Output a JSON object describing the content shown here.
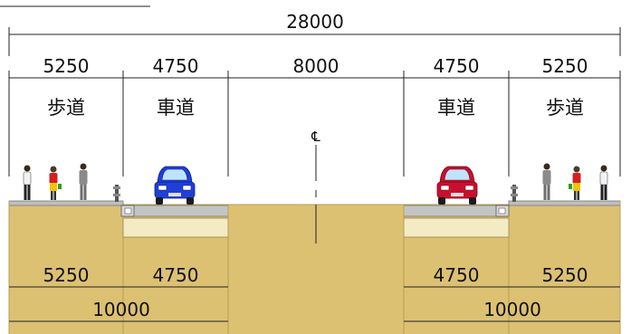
{
  "dimensions": {
    "total": "28000",
    "top_segments": [
      "5250",
      "4750",
      "8000",
      "4750",
      "5250"
    ],
    "bottom_inner": [
      "5250",
      "4750",
      "4750",
      "5250"
    ],
    "bottom_outer": [
      "10000",
      "10000"
    ]
  },
  "zones": {
    "sidewalk_left": "歩道",
    "roadway_left": "車道",
    "roadway_right": "車道",
    "sidewalk_right": "歩道"
  },
  "centerline_symbol": "℄",
  "colors": {
    "ground": "#dcc173",
    "ground_edge": "#b89e52",
    "road_surface": "#c4c4c4",
    "road_edge": "#7a7a7a",
    "base_course": "#f3ebc4",
    "sidewalk": "#bfbfbf",
    "car_left": "#1f3fd6",
    "car_right": "#c8102e",
    "dim_line": "#222222"
  },
  "icons": {
    "pedestrian": "person-icon",
    "car": "car-icon",
    "curb_rail": "guard-post-icon"
  }
}
